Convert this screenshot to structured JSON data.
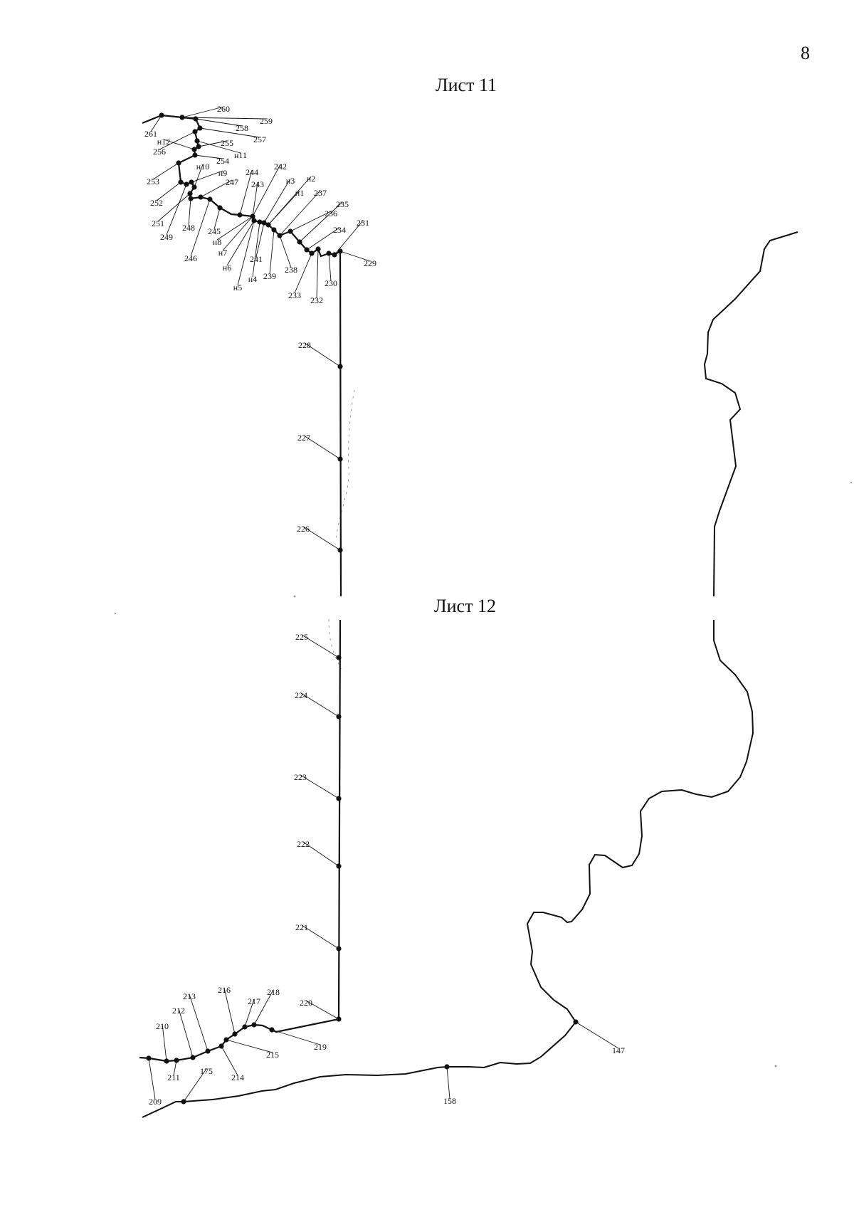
{
  "page_number": "8",
  "sheets": [
    {
      "id": "sheet-11",
      "label": "Лист 11"
    },
    {
      "id": "sheet-12",
      "label": "Лист 12"
    }
  ],
  "colors": {
    "line": "#111111",
    "faint": "#9a9a9a"
  },
  "point_labels": [
    "147",
    "158",
    "175",
    "209",
    "210",
    "211",
    "212",
    "213",
    "214",
    "215",
    "216",
    "217",
    "218",
    "219",
    "220",
    "221",
    "222",
    "223",
    "224",
    "225",
    "226",
    "227",
    "228",
    "229",
    "230",
    "231",
    "232",
    "233",
    "234",
    "235",
    "236",
    "237",
    "238",
    "239",
    "241",
    "242",
    "243",
    "244",
    "245",
    "246",
    "247",
    "248",
    "249",
    "251",
    "252",
    "253",
    "254",
    "255",
    "256",
    "257",
    "258",
    "259",
    "260",
    "261",
    "н1",
    "н2",
    "н3",
    "н4",
    "н5",
    "н6",
    "н7",
    "н8",
    "н9",
    "н10",
    "н11",
    "н12"
  ]
}
